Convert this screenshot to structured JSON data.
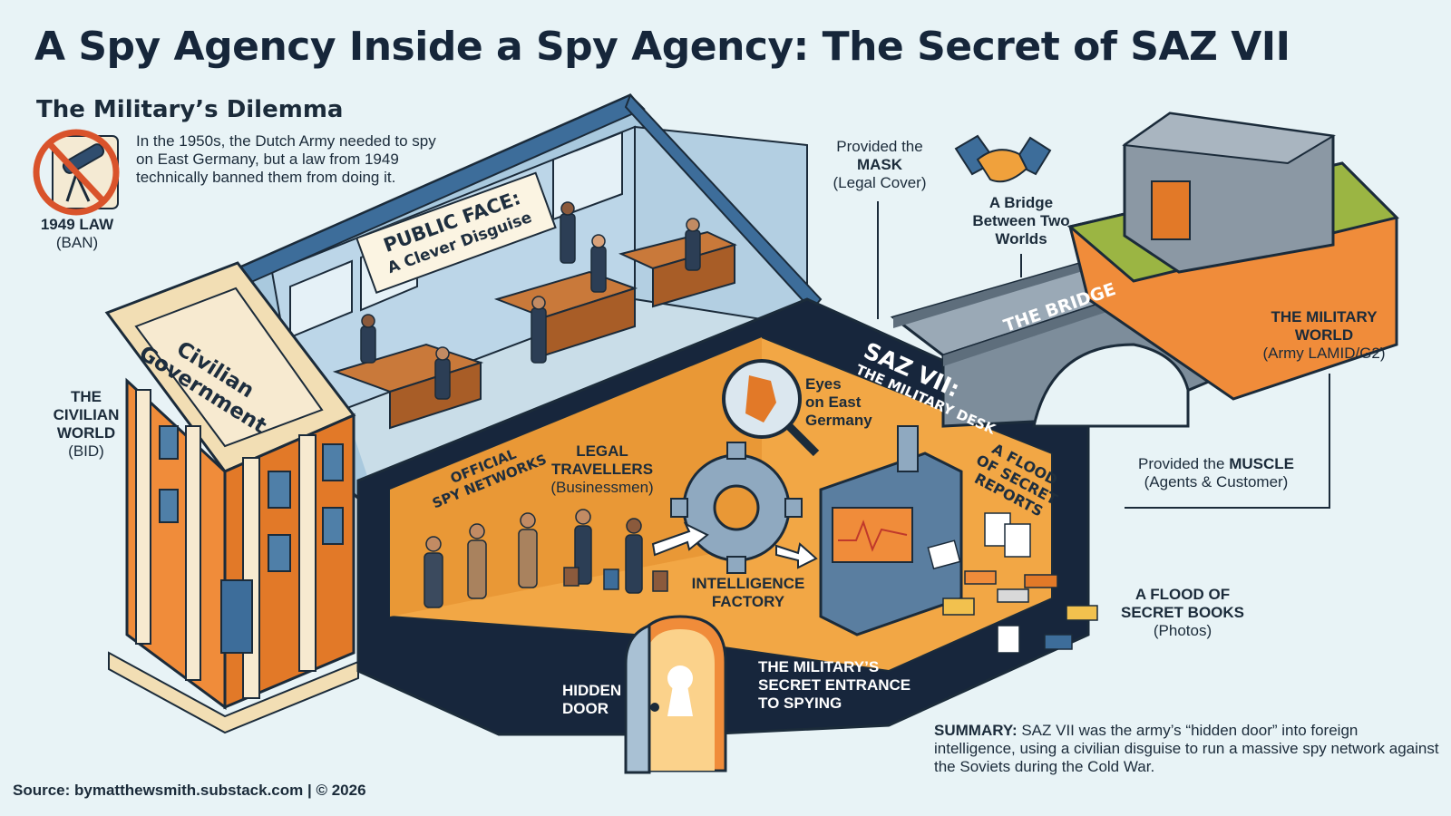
{
  "title": "A Spy Agency Inside a Spy Agency: The Secret of SAZ VII",
  "dilemma": {
    "heading": "The Military’s Dilemma",
    "body": "In the 1950s, the Dutch Army needed to spy on East Germany, but a law from 1949 technically banned them from doing it.",
    "law_label": "1949 LAW",
    "law_sub": "(BAN)"
  },
  "civilian_world": {
    "title_lines": [
      "THE",
      "CIVILIAN",
      "WORLD"
    ],
    "sub": "(BID)"
  },
  "building_sign": [
    "Civilian",
    "Government"
  ],
  "public_face": [
    "PUBLIC FACE:",
    "A Clever Disguise"
  ],
  "mask": {
    "line1": "Provided the",
    "line2": "MASK",
    "line3": "(Legal Cover)"
  },
  "bridge": {
    "caption": [
      "A Bridge",
      "Between Two",
      "Worlds"
    ],
    "sign": "THE BRIDGE"
  },
  "military_world": {
    "title_lines": [
      "THE MILITARY",
      "WORLD"
    ],
    "sub": "(Army LAMID/G2)"
  },
  "muscle": {
    "prefix": "Provided the ",
    "bold": "MUSCLE",
    "sub": "(Agents & Customer)"
  },
  "saz": {
    "title": "SAZ VII:",
    "sub": "THE MILITARY DESK"
  },
  "eyes": [
    "Eyes",
    "on East",
    "Germany"
  ],
  "spy_networks": [
    "OFFICIAL",
    "SPY NETWORKS"
  ],
  "travellers": [
    "LEGAL",
    "TRAVELLERS",
    "(Businessmen)"
  ],
  "factory": [
    "INTELLIGENCE",
    "FACTORY"
  ],
  "flood_reports": [
    "A FLOOD",
    "OF SECRET",
    "REPORTS"
  ],
  "flood_books": [
    "A FLOOD OF",
    "SECRET BOOKS",
    "(Photos)"
  ],
  "hidden_door": [
    "HIDDEN",
    "DOOR"
  ],
  "secret_entrance": [
    "THE MILITARY’S",
    "SECRET ENTRANCE",
    "TO SPYING"
  ],
  "summary": {
    "label": "SUMMARY:",
    "text": " SAZ VII was the army’s “hidden door” into foreign intelligence, using a civilian disguise to run a massive spy network against the Soviets during the Cold War."
  },
  "source": "Source: bymatthewsmith.substack.com | © 2026",
  "colors": {
    "background": "#e8f3f6",
    "orange": "#f0a13c",
    "navy": "#16263a",
    "blue_wall": "#4f7fa8",
    "ban_red": "#d9532b"
  }
}
